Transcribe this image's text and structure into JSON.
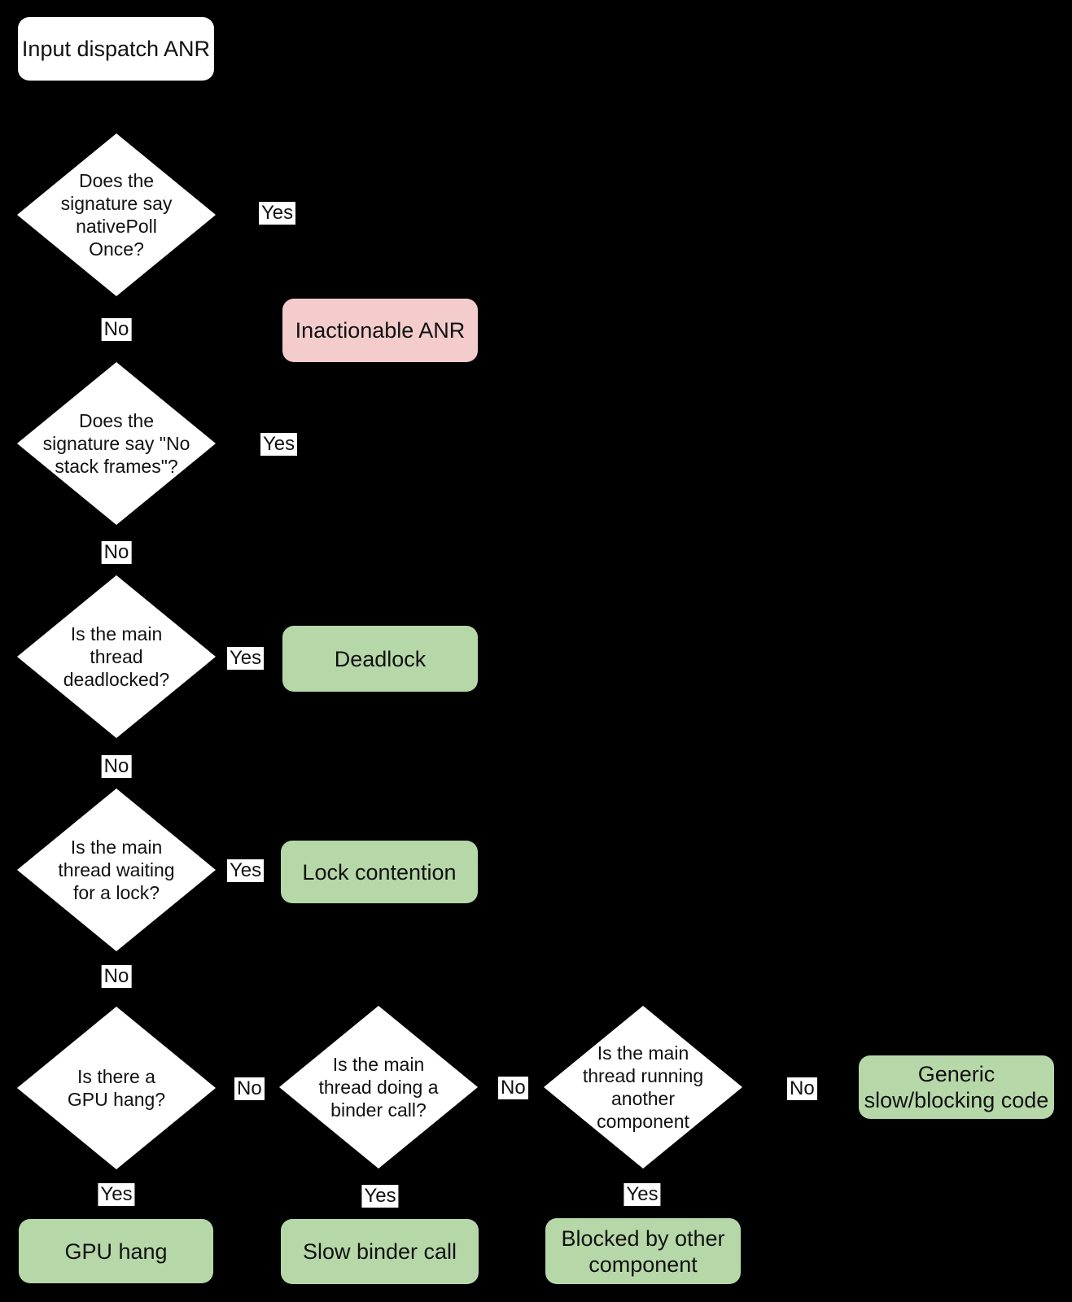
{
  "flowchart": {
    "colors": {
      "background": "#000000",
      "shape_fill": "#ffffff",
      "outcome_green": "#b6d7a8",
      "outcome_red": "#f4cccc",
      "text": "#111111"
    },
    "start": {
      "label": "Input dispatch ANR"
    },
    "decisions": {
      "native_poll_once": {
        "text": "Does the\nsignature say\nnativePoll\nOnce?"
      },
      "no_stack_frames": {
        "text": "Does the\nsignature say \"No\nstack frames\"?"
      },
      "deadlocked": {
        "text": "Is the main\nthread\ndeadlocked?"
      },
      "waiting_for_lock": {
        "text": "Is the main\nthread waiting\nfor a lock?"
      },
      "gpu_hang": {
        "text": "Is there a\nGPU hang?"
      },
      "binder_call": {
        "text": "Is the main\nthread doing a\nbinder call?"
      },
      "another_component": {
        "text": "Is the main\nthread running\nanother\ncomponent"
      }
    },
    "outcomes": {
      "inactionable": {
        "label": "Inactionable ANR"
      },
      "deadlock": {
        "label": "Deadlock"
      },
      "lock_contention": {
        "label": "Lock contention"
      },
      "gpu_hang": {
        "label": "GPU hang"
      },
      "slow_binder_call": {
        "label": "Slow binder call"
      },
      "blocked_by_other": {
        "label": "Blocked by other\ncomponent"
      },
      "generic_slow": {
        "label": "Generic\nslow/blocking code"
      }
    },
    "edge_labels": {
      "yes": "Yes",
      "no": "No"
    }
  }
}
